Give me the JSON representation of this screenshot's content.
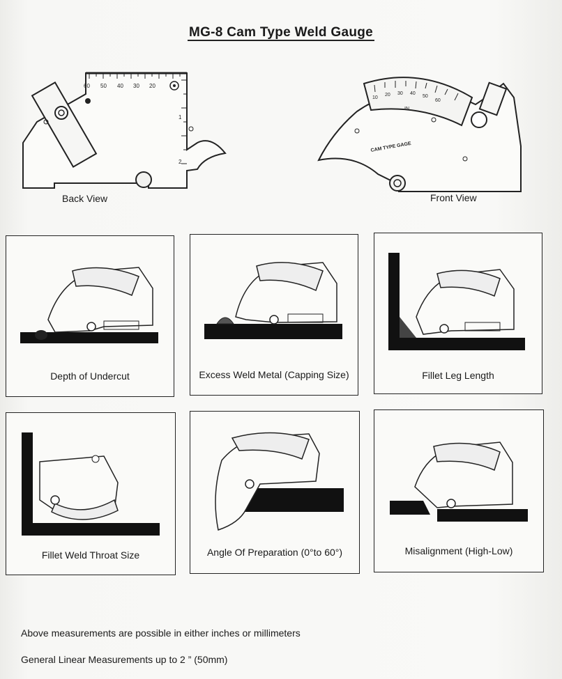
{
  "title": "MG-8 Cam Type Weld Gauge",
  "back_view": {
    "caption": "Back View",
    "scale_labels": [
      "60",
      "50",
      "40",
      "30",
      "20"
    ],
    "side_labels": [
      "1",
      "2"
    ]
  },
  "front_view": {
    "caption": "Front View",
    "scale_labels": [
      "10",
      "20",
      "30",
      "40",
      "50",
      "60"
    ],
    "inch_label": "IN",
    "engraving": "CAM TYPE GAGE"
  },
  "panels": [
    {
      "label": "Depth of Undercut"
    },
    {
      "label": "Excess Weld Metal  (Capping Size)"
    },
    {
      "label": "Fillet Leg Length"
    },
    {
      "label": "Fillet Weld Throat Size"
    },
    {
      "label": "Angle Of Preparation (0°to 60°)"
    },
    {
      "label": "Misalignment (High-Low)"
    }
  ],
  "notes": [
    "Above measurements are possible in either inches or millimeters",
    "General Linear Measurements up to 2 ”  (50mm)"
  ]
}
